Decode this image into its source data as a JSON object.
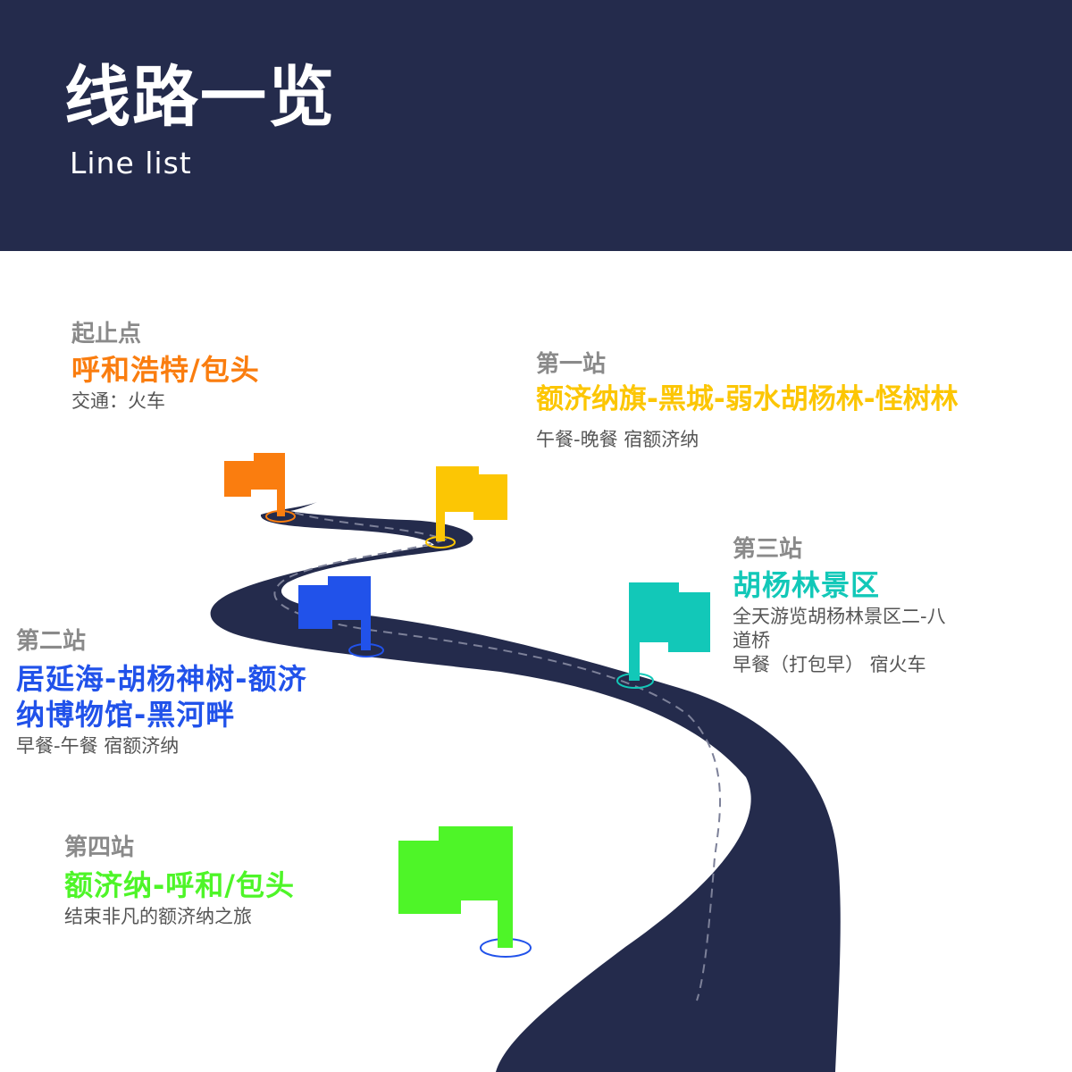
{
  "header": {
    "title": "线路一览",
    "subtitle": "Line list"
  },
  "colors": {
    "header_bg": "#242b4c",
    "road": "#242b4c",
    "orange": "#fa7d0f",
    "yellow": "#fcc604",
    "blue": "#2152ea",
    "teal": "#12c8b8",
    "green": "#4ef528",
    "gray_label": "#8a8a8a"
  },
  "stops": {
    "start": {
      "label": "起止点",
      "name": "呼和浩特/包头",
      "desc": "交通：火车",
      "flag_icon": "orange-flag-icon"
    },
    "first": {
      "label": "第一站",
      "name": "额济纳旗-黑城-弱水胡杨林-怪树林",
      "desc": "午餐-晚餐 宿额济纳",
      "flag_icon": "yellow-flag-icon"
    },
    "second": {
      "label": "第二站",
      "name_line1": "居延海-胡杨神树-额济",
      "name_line2": "纳博物馆-黑河畔",
      "desc": "早餐-午餐 宿额济纳",
      "flag_icon": "blue-flag-icon"
    },
    "third": {
      "label": "第三站",
      "name": "胡杨林景区",
      "desc_line1": "全天游览胡杨林景区二-八",
      "desc_line2": "道桥",
      "desc_line3": "早餐（打包早） 宿火车",
      "flag_icon": "teal-flag-icon"
    },
    "fourth": {
      "label": "第四站",
      "name": "额济纳-呼和/包头",
      "desc": "结束非凡的额济纳之旅",
      "flag_icon": "green-flag-icon"
    }
  }
}
